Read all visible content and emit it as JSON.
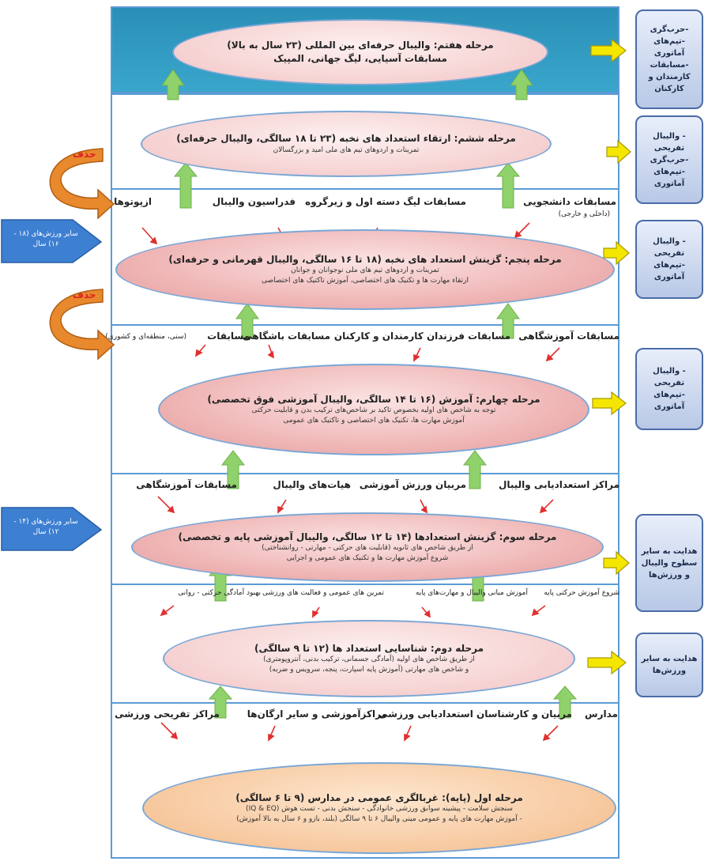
{
  "stages": {
    "s7": {
      "title": "مرحله هفتم: والیبال حرفه‌ای بین المللی (۲۳ سال به بالا)",
      "sub": "مسابقات آسیایی، لیگ جهانی، المپیک"
    },
    "s6": {
      "title": "مرحله ششم: ارتقاء استعداد های نخبه (۲۳ تا ۱۸ سالگی، والیبال حرفه‌ای)",
      "sub": "تمرینات و اردوهای تیم های ملی امید و بزرگسالان"
    },
    "s5": {
      "title": "مرحله پنجم: گزینش استعداد های نخبه (۱۸ تا ۱۶ سالگی، والیبال قهرمانی و حرفه‌ای)",
      "sub1": "تمرینات و اردوهای تیم های ملی نوجوانان و جوانان",
      "sub2": "ارتقاء مهارت ها و تکنیک های اختصاصی، آموزش تاکتیک های اختصاصی"
    },
    "s4": {
      "title": "مرحله چهارم: آموزش (۱۶ تا ۱۴ سالگی، والیبال آموزشی فوق تخصصی)",
      "sub1": "توجه به شاخص های اولیه بخصوص تاکید بر شاخص‌های ترکیب بدن و قابلیت حرکتی",
      "sub2": "آموزش مهارت ها، تکنیک های اختصاصی و تاکتیک های عمومی"
    },
    "s3": {
      "title": "مرحله سوم: گزینش استعدادها (۱۴ تا ۱۲ سالگی، والیبال آموزشی پایه و تخصصی)",
      "sub1": "از طریق شاخص های ثانویه (قابلیت های حرکتی - مهارتی - روانشناختی)",
      "sub2": "شروع آموزش مهارت ها و تکنیک های عمومی و اجرایی"
    },
    "s2": {
      "title": "مرحله دوم: شناسایی استعداد ها (۱۲ تا ۹ سالگی)",
      "sub1": "از طریق شاخص های اولیه (آمادگی جسمانی، ترکیب بدنی، آنتروپومتری)",
      "sub2": "و شاخص های مهارتی (آموزش پایه اسپارت، پنجه، سرویس و ضربه)"
    },
    "s1": {
      "title": "مرحله اول (پایه): غربالگری عمومی در مدارس (۹ تا ۶ سالگی)",
      "sub1": "سنجش سلامت - پیشینه سوابق ورزشی خانوادگی - سنجش بدنی - تست هوش (IQ & EQ)",
      "sub2": "- آموزش مهارت های پایه و عمومی مینی والیبال ۶ تا ۹ سالگی (بلند، بازو و ۶ سال به بالا آموزش)"
    }
  },
  "rows": {
    "r5": [
      "مسابقات دانشجویی",
      "(داخلی و خارجی)",
      "مسابقات لیگ دسته اول و زیرگروه",
      "فدراسیون والیبال",
      "ازپوتوها"
    ],
    "r4": [
      "مسابقات آموزشگاهی",
      "مسابقات فرزندان کارمندان و کارکنان",
      "مسابقات باشگاهی",
      "مسابقات",
      "(سنی، منطقه‌ای و کشوری)"
    ],
    "r3": [
      "مراکز استعدادیابی والیبال",
      "مربیان ورزش آموزشی",
      "هیات‌های والیبال",
      "مسابقات آموزشگاهی"
    ],
    "r2": [
      "شروع آموزش حرکتی پایه",
      "آموزش مبانی والیبال و مهارت‌های پایه",
      "تمرین های عمومی و فعالیت های ورزشی",
      "بهبود آمادگی حرکتی - روانی"
    ],
    "r1": [
      "مدارس",
      "مربیان و کارشناسان استعدادیابی ورزشی",
      "مراکزآموزشی و سایر ارگان‌ها",
      "مراکز تفریحی ورزشی"
    ]
  },
  "side": {
    "b1": "-حرب‌گری -تیم‌های آماتوری -مسابقات کارمندان و کارکنان",
    "b2": "- والیبال تفریحی -حرب‌گری -تیم‌های آماتوری",
    "b3": "- والیبال تفریحی -تیم‌های آماتوری",
    "b4": "- والیبال تفریحی -تیم‌های آماتوری",
    "b5": "هدایت به سایر سطوح والیبال و ورزش‌ها",
    "b6": "هدایت به سایر ورزش‌ها"
  },
  "left": {
    "arrow1": "سایر ورزش‌های (۱۸ - ۱۶) سال",
    "arrow2": "سایر ورزش‌های (۱۴ - ۱۲) سال",
    "remove": "حذف"
  },
  "colors": {
    "frame": "#5b9bd5",
    "top_band": "#2a8fb6",
    "green_arrow": "#8fd16a",
    "yellow_arrow": "#f5e600",
    "red_arrow": "#e03030",
    "orange_curve": "#e8892e",
    "blue_arrow": "#3d7fd1"
  }
}
